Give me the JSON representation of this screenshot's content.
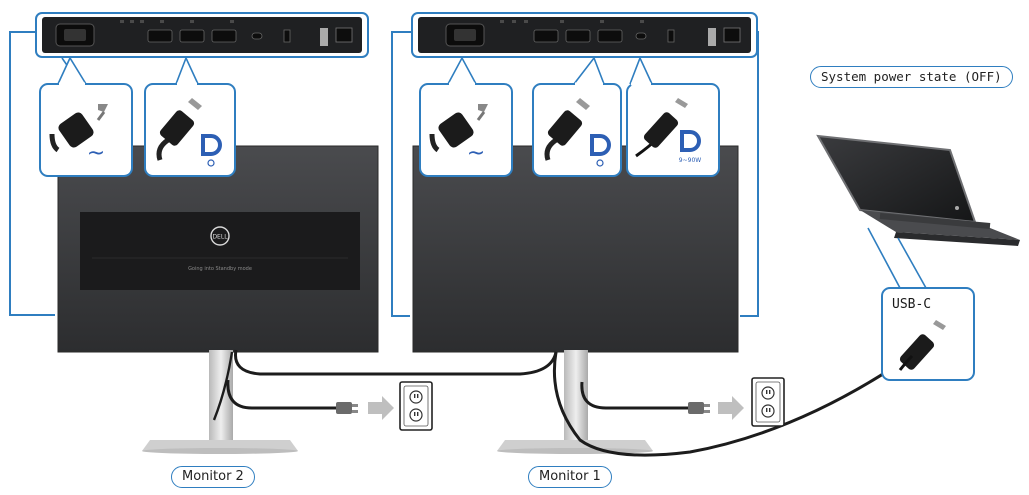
{
  "labels": {
    "monitor_2": "Monitor 2",
    "monitor_1": "Monitor 1",
    "system_state": "System power state (OFF)",
    "usb_c": "USB-C",
    "ac_symbol": "~",
    "brand_logo": "DELL",
    "screen_message": "Going into Standby mode",
    "usbc_power": "9~90W"
  },
  "colors": {
    "accent_blue": "#2f7ec0",
    "dp_blue": "#2d5fb4",
    "monitor_body": "#3c3d3f",
    "cable": "#1c1c1c"
  },
  "icons": [
    "power-plug-icon",
    "displayport-icon",
    "usb-c-icon",
    "wall-outlet-icon",
    "dell-logo-icon"
  ]
}
